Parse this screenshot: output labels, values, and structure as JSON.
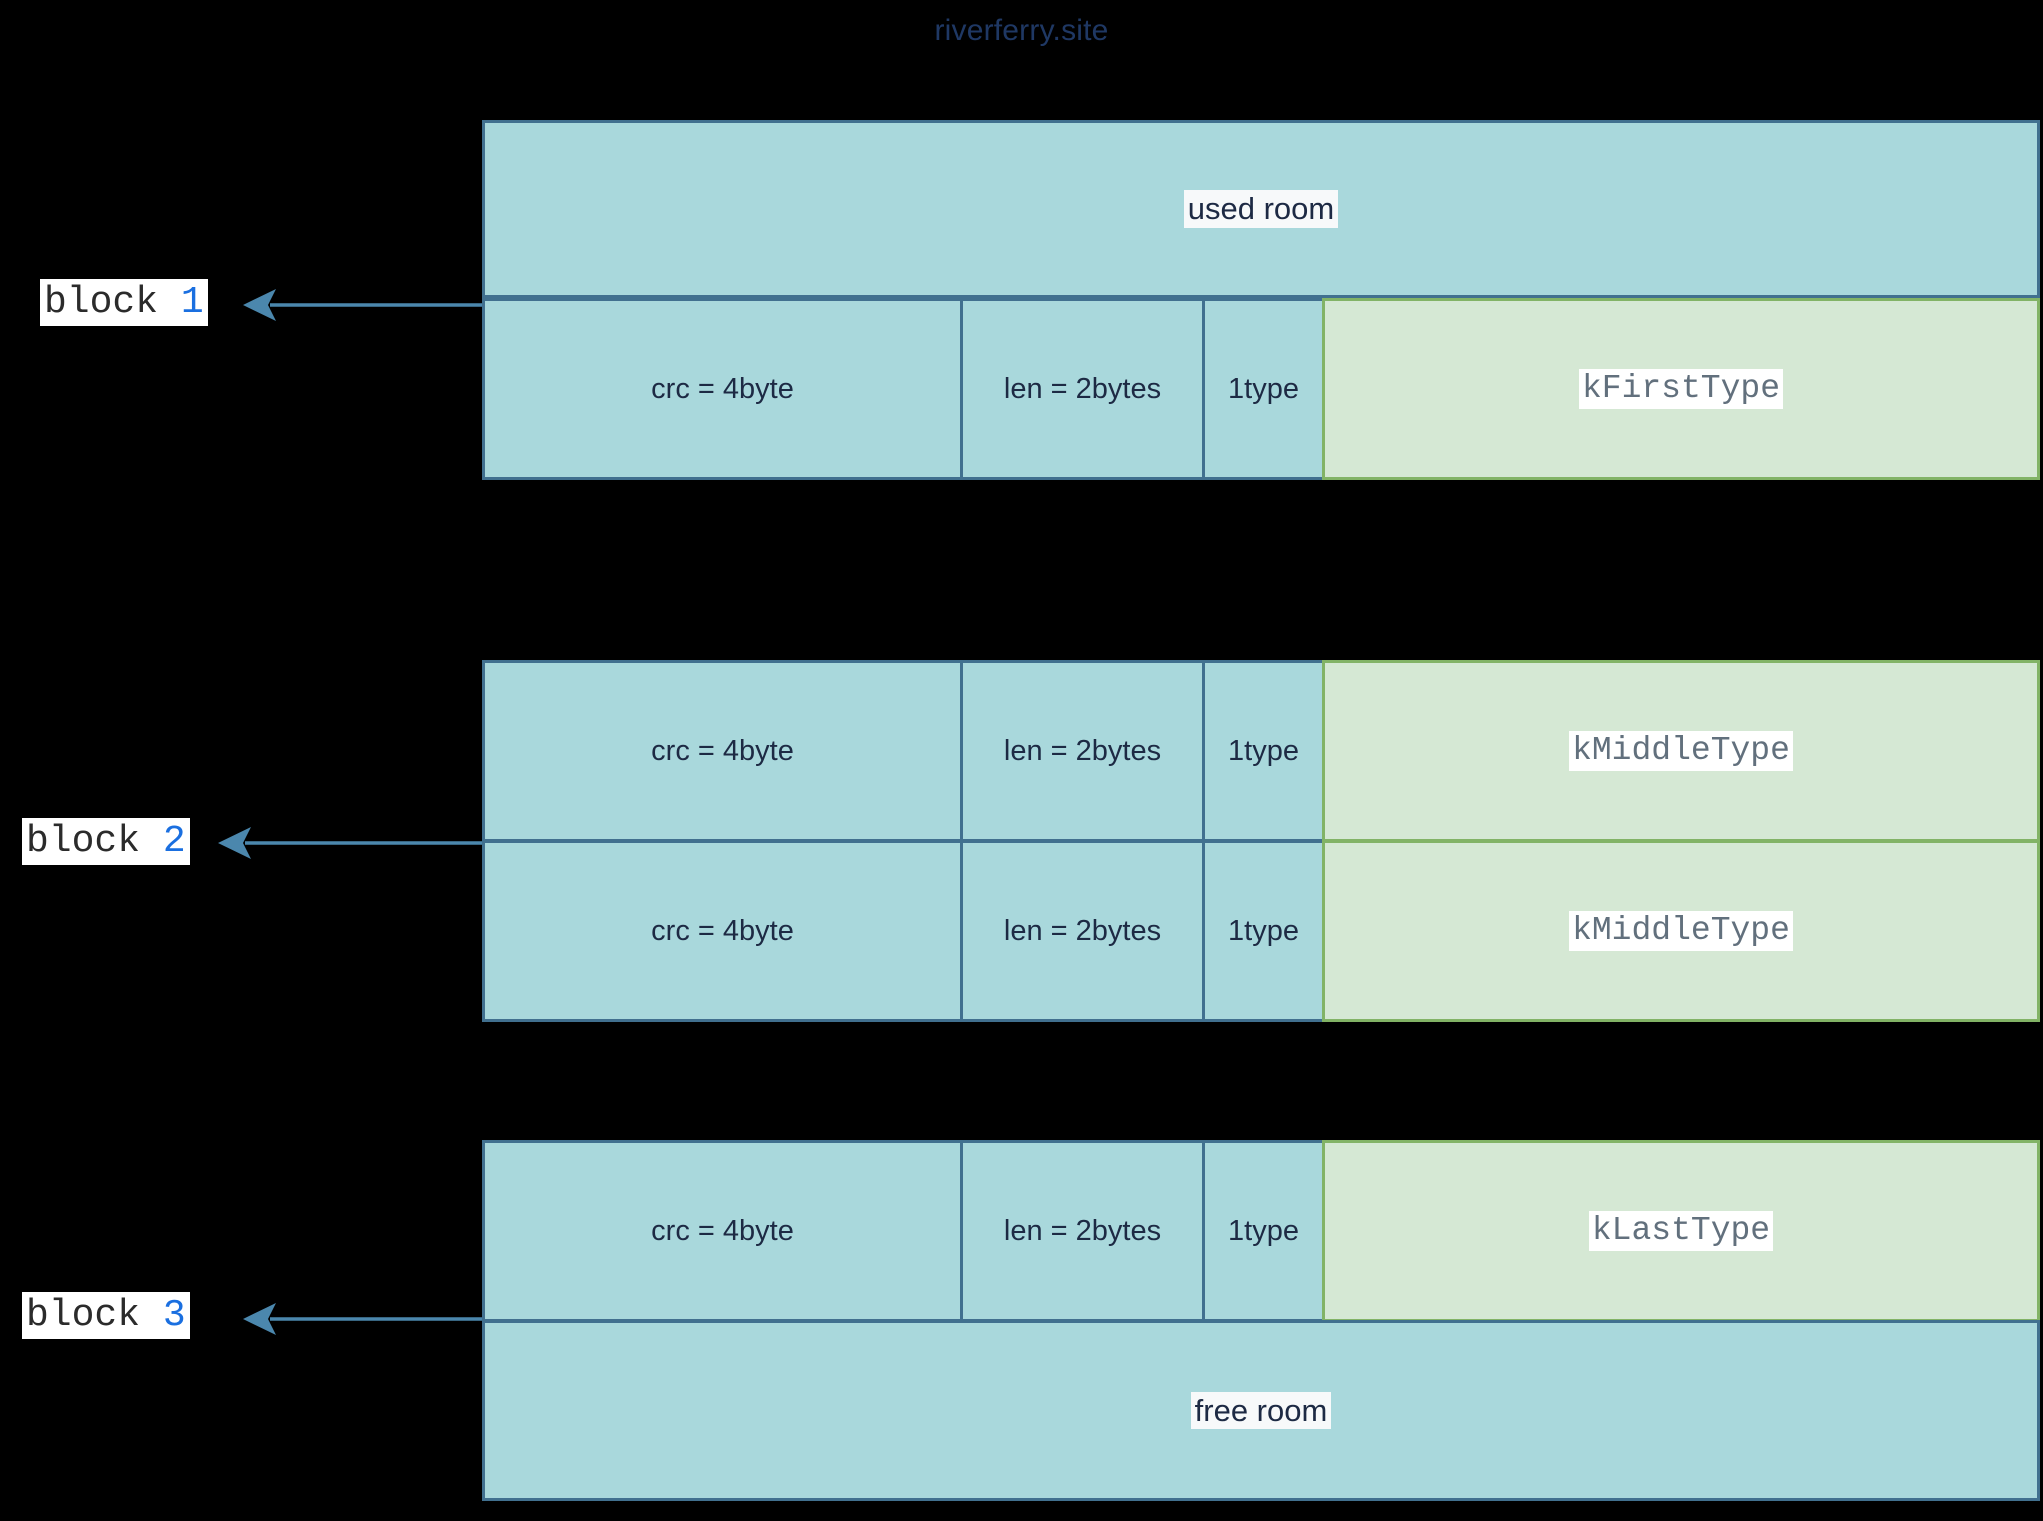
{
  "title": "riverferry.site",
  "colors": {
    "title": "#1f3864",
    "teal_fill": "#a9d8dc",
    "teal_border": "#41708f",
    "green_fill": "#d5e8d4",
    "green_border": "#82b366",
    "arrow": "#4b87ad",
    "label_text": "#1d2a44",
    "type_text": "#62707d",
    "block_word": "#2b2b2b",
    "block_num": "#1a6fe0",
    "background": "#000000"
  },
  "blocks": [
    {
      "tag_word": "block",
      "tag_num": "1",
      "rows": [
        {
          "kind": "room",
          "label": "used room"
        },
        {
          "kind": "record",
          "crc": "crc = 4byte",
          "len": "len = 2bytes",
          "type_size": "1type",
          "record_type": "kFirstType"
        }
      ]
    },
    {
      "tag_word": "block",
      "tag_num": "2",
      "rows": [
        {
          "kind": "record",
          "crc": "crc = 4byte",
          "len": "len = 2bytes",
          "type_size": "1type",
          "record_type": "kMiddleType"
        },
        {
          "kind": "record",
          "crc": "crc = 4byte",
          "len": "len = 2bytes",
          "type_size": "1type",
          "record_type": "kMiddleType"
        }
      ]
    },
    {
      "tag_word": "block",
      "tag_num": "3",
      "rows": [
        {
          "kind": "record",
          "crc": "crc = 4byte",
          "len": "len = 2bytes",
          "type_size": "1type",
          "record_type": "kLastType"
        },
        {
          "kind": "room",
          "label": "free room"
        }
      ]
    }
  ]
}
